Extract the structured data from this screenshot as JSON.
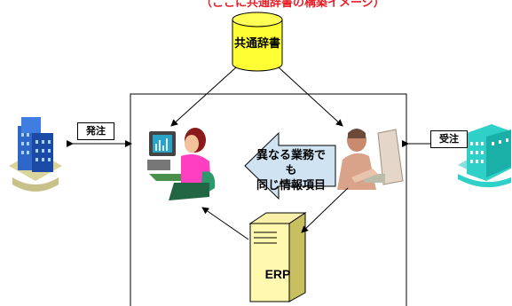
{
  "title_partial": "（ここに共通辞書の構築イメージ）",
  "dictionary_label": "共通辞書",
  "order_label": "発注",
  "receive_label": "受注",
  "arrow_text_line1": "異なる業務でも",
  "arrow_text_line2": "同じ情報項目",
  "erp_label": "ERP",
  "colors": {
    "dictionary_fill": "#ffff33",
    "arrow_fill": "#cfe3f3",
    "title_red": "#e8202a"
  }
}
